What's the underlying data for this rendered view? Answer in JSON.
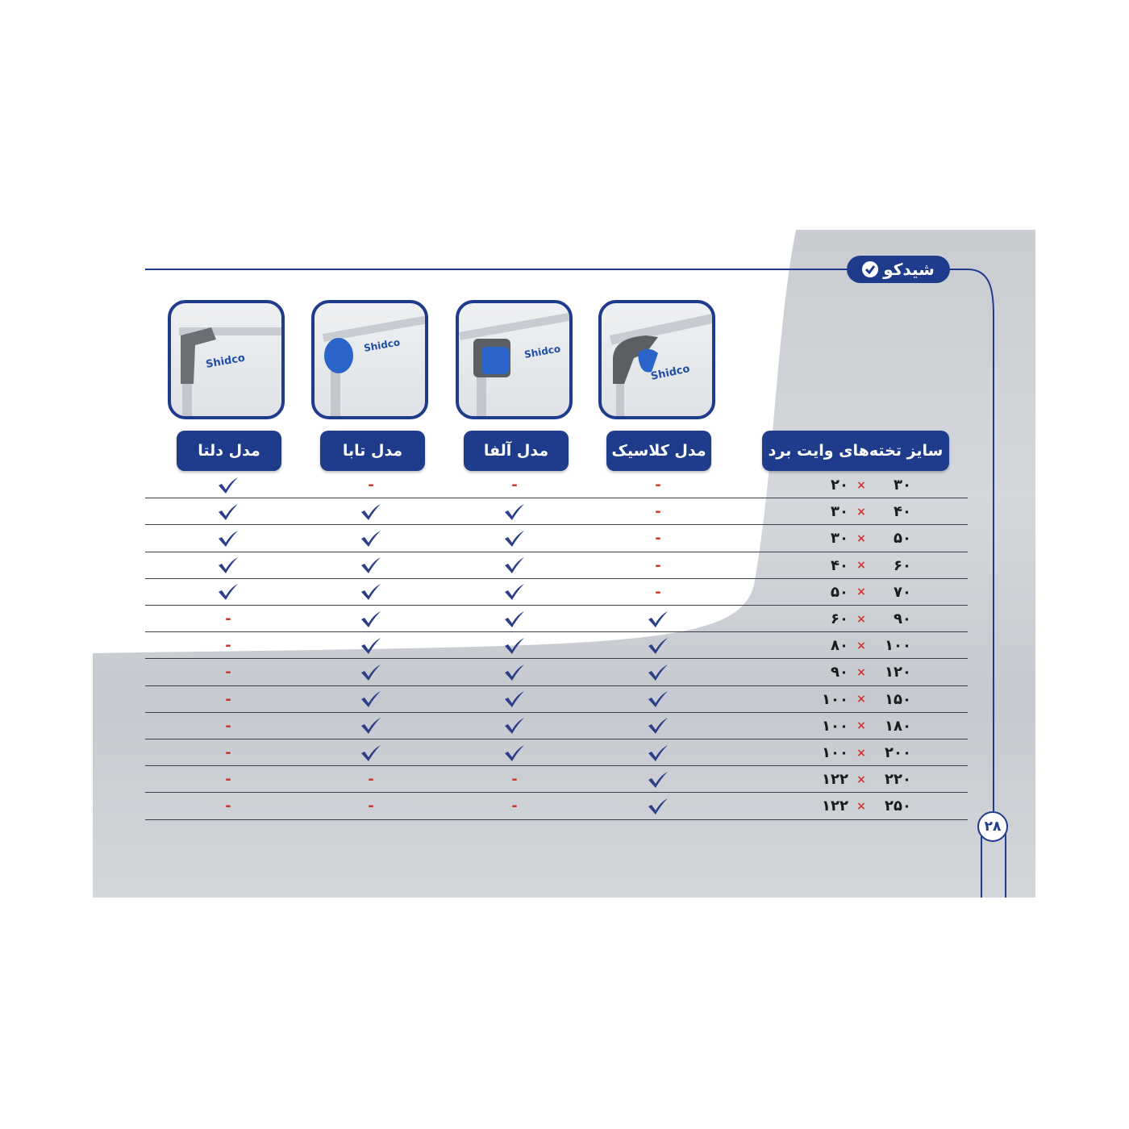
{
  "brand": {
    "name": "شیدکو"
  },
  "page_number": "۲۸",
  "table": {
    "size_header": "سایز تخته‌های وایت برد",
    "models": [
      {
        "label": "مدل کلاسیک",
        "photo_logo": "Shidco",
        "accent": "#2a64c8"
      },
      {
        "label": "مدل آلفا",
        "photo_logo": "Shidco",
        "accent": "#2a64c8"
      },
      {
        "label": "مدل تابا",
        "photo_logo": "Shidco",
        "accent": "#2a64c8"
      },
      {
        "label": "مدل دلتا",
        "photo_logo": "Shidco",
        "accent": "#6b6e73"
      }
    ],
    "times_symbol": "×",
    "dash_symbol": "-",
    "rows": [
      {
        "w": "۳۰",
        "h": "۲۰",
        "avail": [
          false,
          false,
          false,
          true
        ]
      },
      {
        "w": "۴۰",
        "h": "۳۰",
        "avail": [
          false,
          true,
          true,
          true
        ]
      },
      {
        "w": "۵۰",
        "h": "۳۰",
        "avail": [
          false,
          true,
          true,
          true
        ]
      },
      {
        "w": "۶۰",
        "h": "۴۰",
        "avail": [
          false,
          true,
          true,
          true
        ]
      },
      {
        "w": "۷۰",
        "h": "۵۰",
        "avail": [
          false,
          true,
          true,
          true
        ]
      },
      {
        "w": "۹۰",
        "h": "۶۰",
        "avail": [
          true,
          true,
          true,
          false
        ]
      },
      {
        "w": "۱۰۰",
        "h": "۸۰",
        "avail": [
          true,
          true,
          true,
          false
        ]
      },
      {
        "w": "۱۲۰",
        "h": "۹۰",
        "avail": [
          true,
          true,
          true,
          false
        ]
      },
      {
        "w": "۱۵۰",
        "h": "۱۰۰",
        "avail": [
          true,
          true,
          true,
          false
        ]
      },
      {
        "w": "۱۸۰",
        "h": "۱۰۰",
        "avail": [
          true,
          true,
          true,
          false
        ]
      },
      {
        "w": "۲۰۰",
        "h": "۱۰۰",
        "avail": [
          true,
          true,
          true,
          false
        ]
      },
      {
        "w": "۲۲۰",
        "h": "۱۲۲",
        "avail": [
          true,
          false,
          false,
          false
        ]
      },
      {
        "w": "۲۵۰",
        "h": "۱۲۲",
        "avail": [
          true,
          false,
          false,
          false
        ]
      }
    ]
  },
  "colors": {
    "navy": "#1f3c8c",
    "check": "#2b3f88",
    "dash": "#d0352d"
  }
}
